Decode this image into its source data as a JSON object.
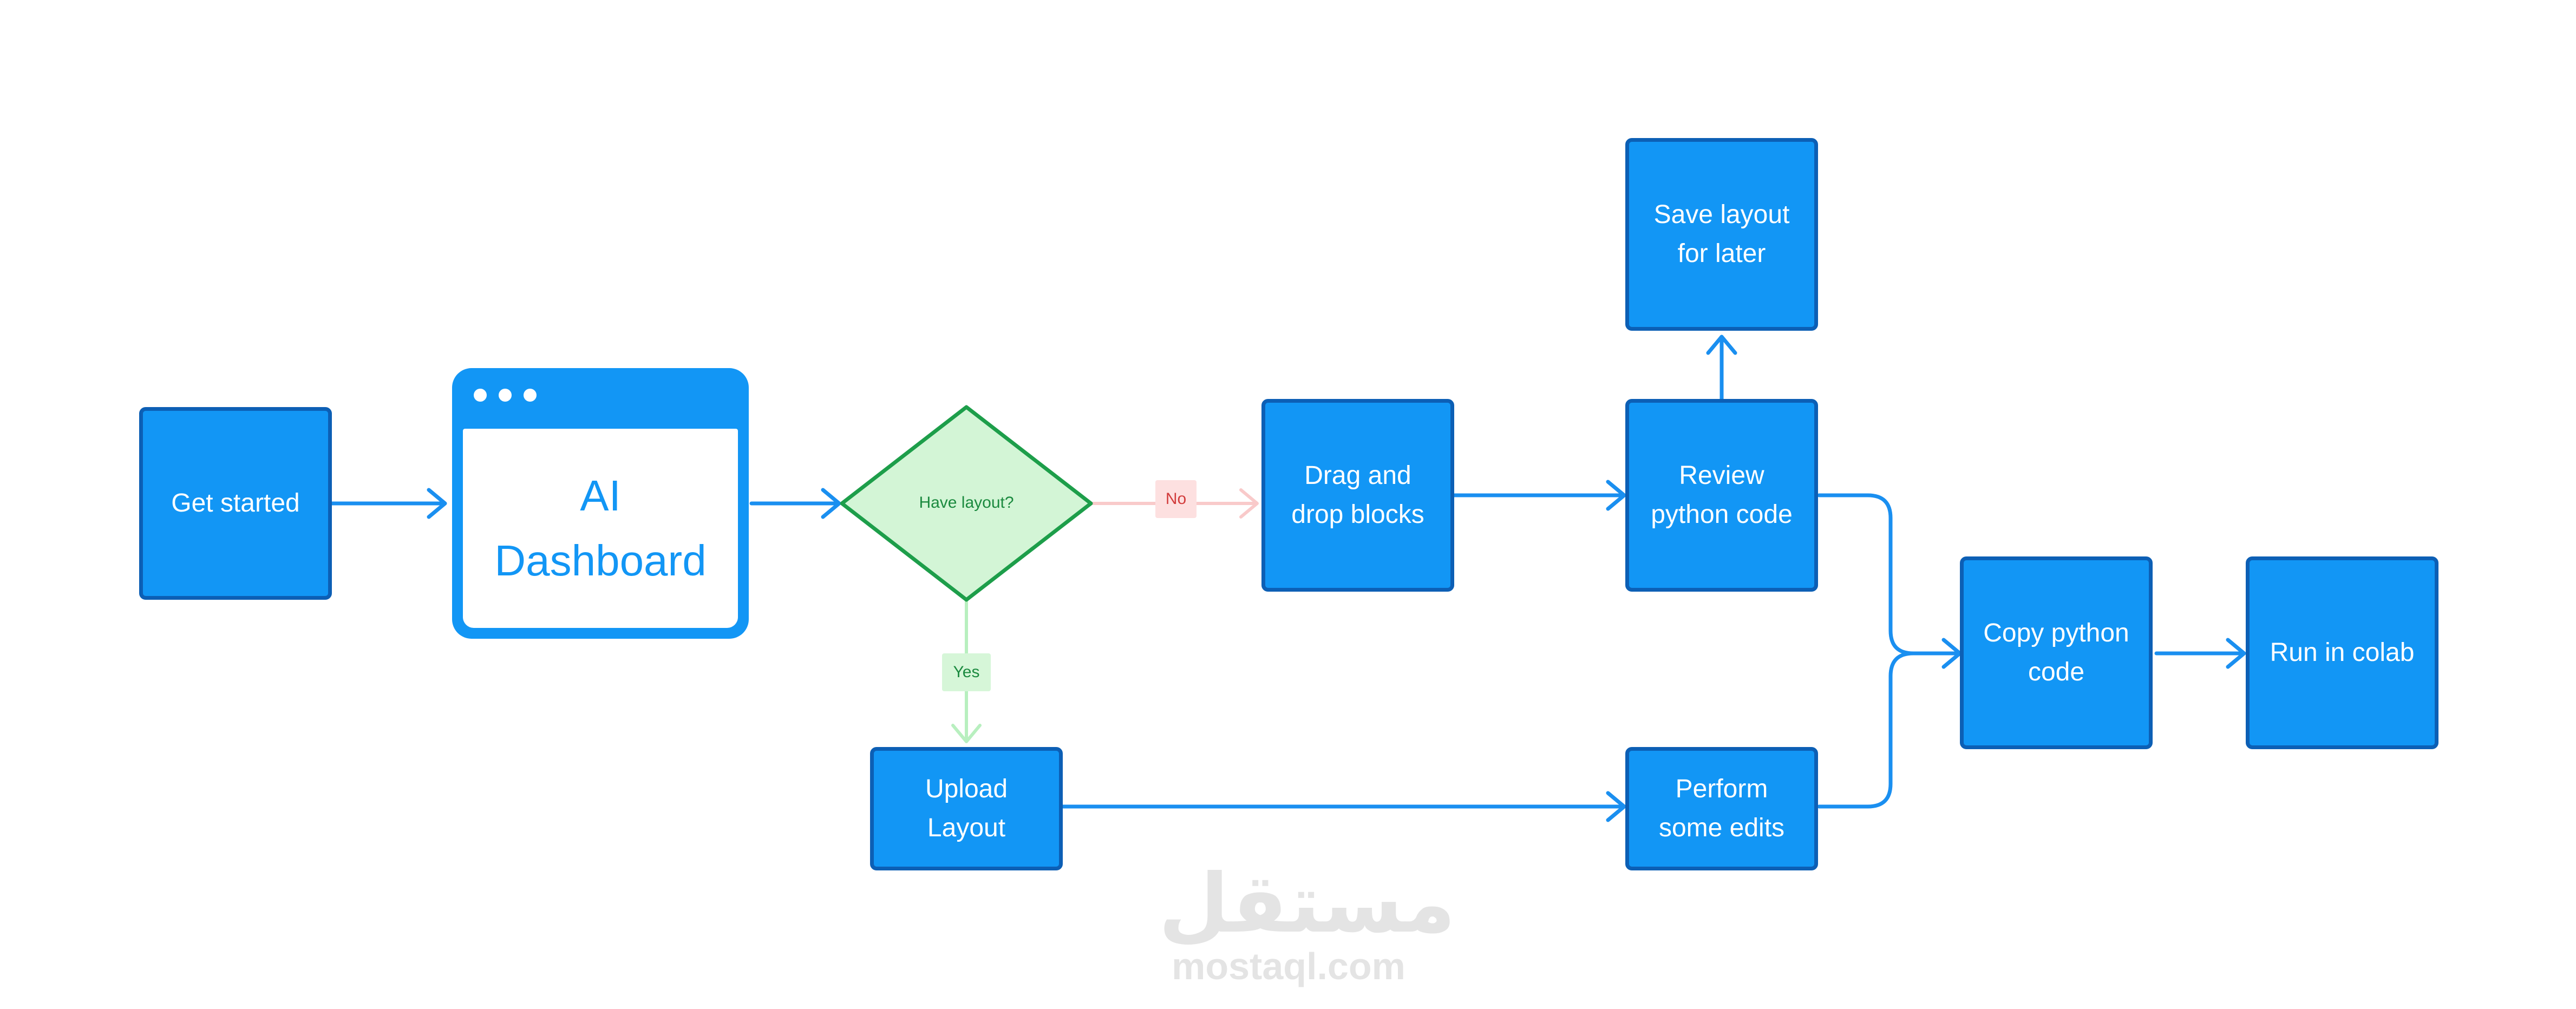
{
  "colors": {
    "box_fill": "#1296f5",
    "box_border": "#0c5fb5",
    "connector": "#1a8ff0",
    "decision_fill": "#d3f5d6",
    "decision_border": "#1d9e4a",
    "no_branch": "#f9caca",
    "yes_branch": "#b8efbf"
  },
  "nodes": {
    "get_started": "Get started",
    "ai_dashboard": "AI\nDashboard",
    "decision": "Have layout?",
    "drag_drop": "Drag and\ndrop blocks",
    "save_layout": "Save layout\nfor later",
    "review_code": "Review\npython code",
    "upload_layout": "Upload\nLayout",
    "perform_edits": "Perform\nsome edits",
    "copy_code": "Copy python\ncode",
    "run_colab": "Run in colab"
  },
  "branches": {
    "no": "No",
    "yes": "Yes"
  },
  "watermark": {
    "arabic": "مستقل",
    "latin": "mostaql.com"
  }
}
